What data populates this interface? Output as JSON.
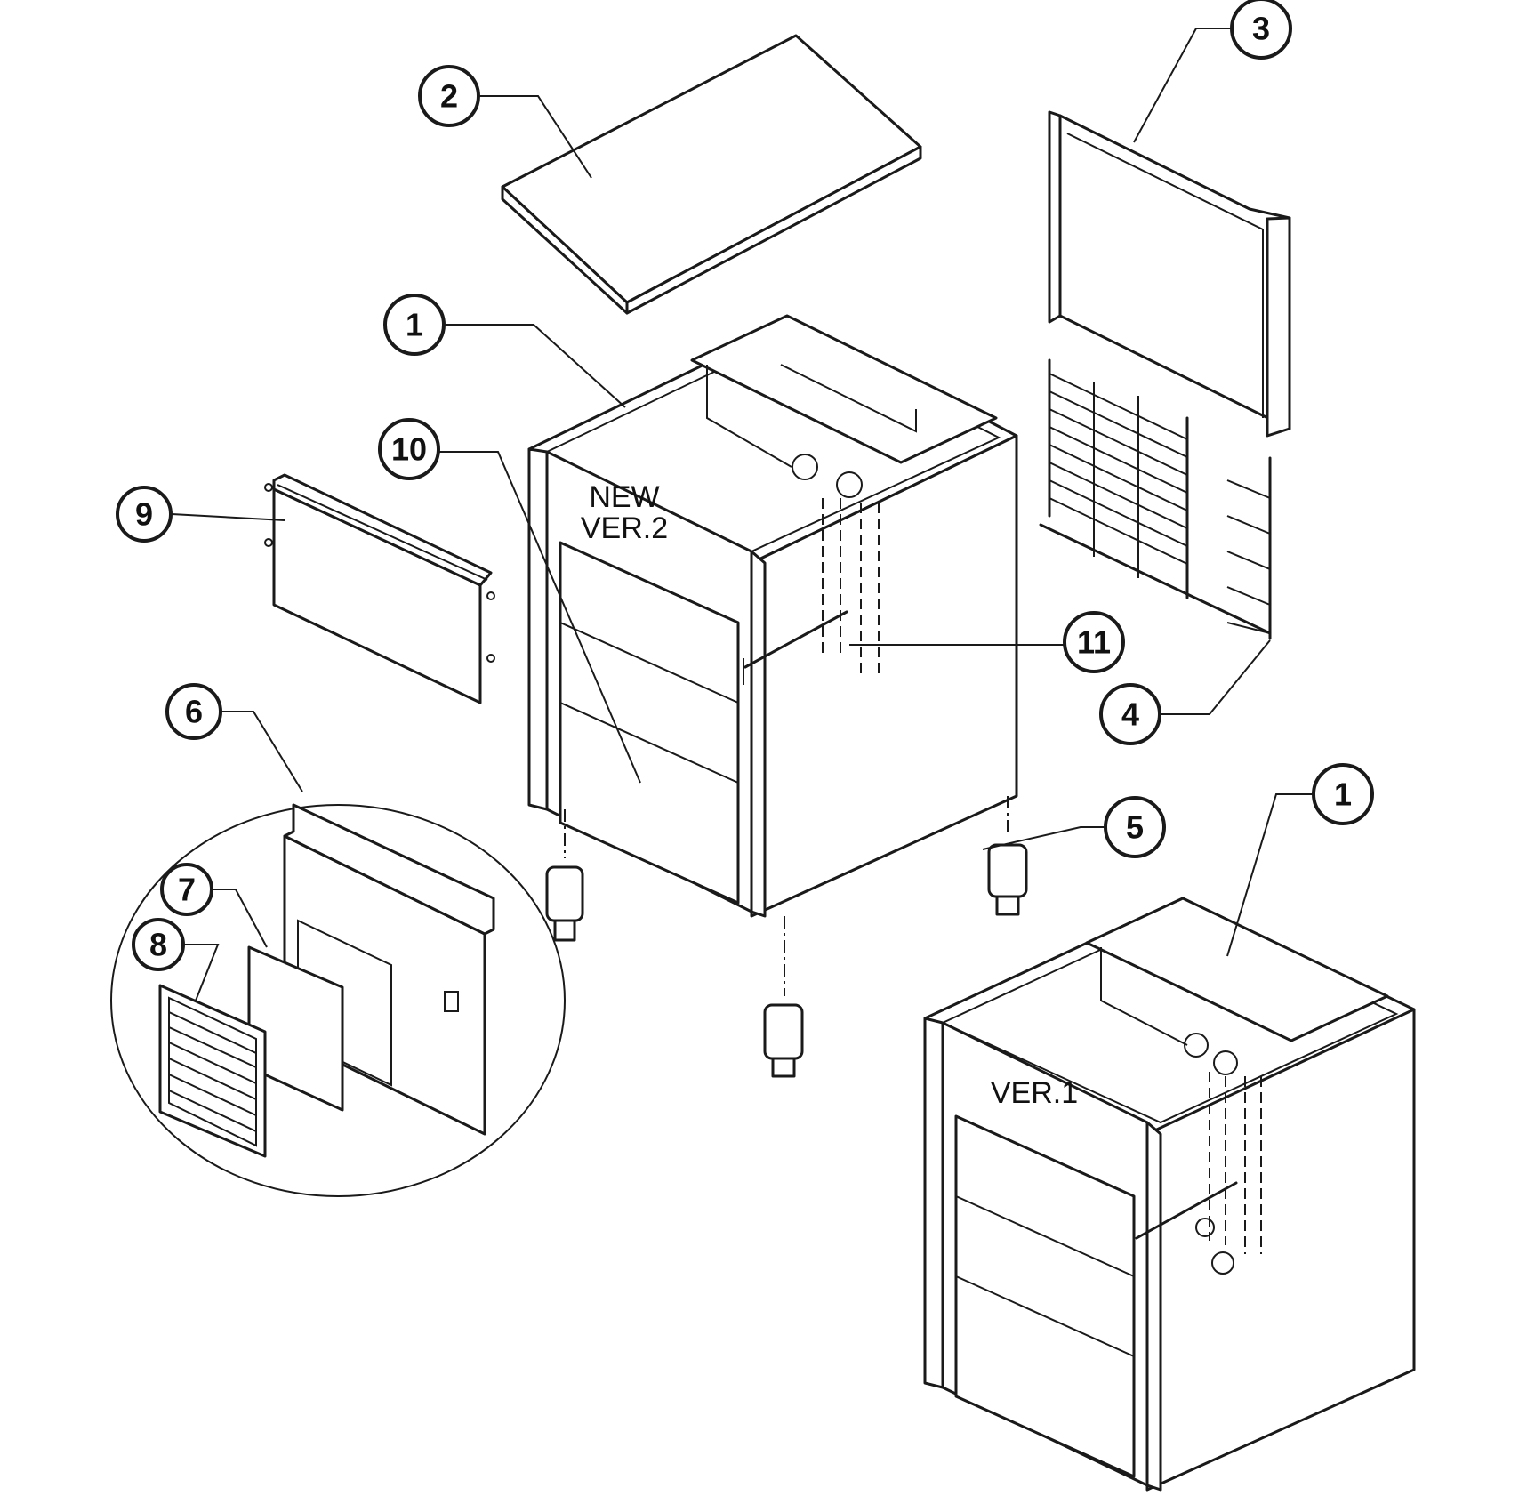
{
  "callouts": [
    {
      "number": "1"
    },
    {
      "number": "2"
    },
    {
      "number": "3"
    },
    {
      "number": "4"
    },
    {
      "number": "5"
    },
    {
      "number": "6"
    },
    {
      "number": "7"
    },
    {
      "number": "8"
    },
    {
      "number": "9"
    },
    {
      "number": "10"
    },
    {
      "number": "11"
    },
    {
      "number": "1"
    }
  ],
  "version_labels": {
    "new_line1": "NEW",
    "new_line2": "VER.2",
    "old": "VER.1"
  }
}
